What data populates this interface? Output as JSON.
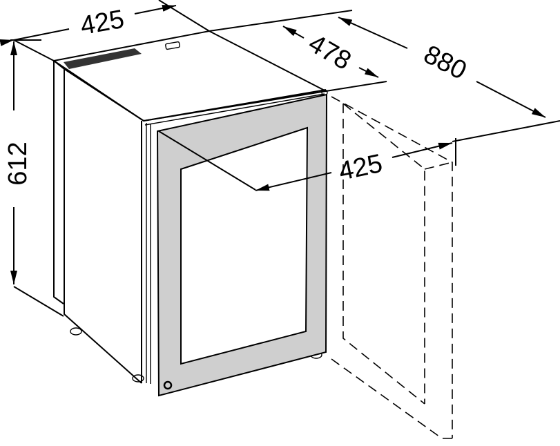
{
  "dimensions": {
    "width_top": "425",
    "height": "612",
    "depth": "478",
    "depth_door_open": "880",
    "door_width": "425"
  },
  "colors": {
    "door_frame": "#cfcfcf",
    "line": "#000000",
    "background": "#ffffff"
  }
}
